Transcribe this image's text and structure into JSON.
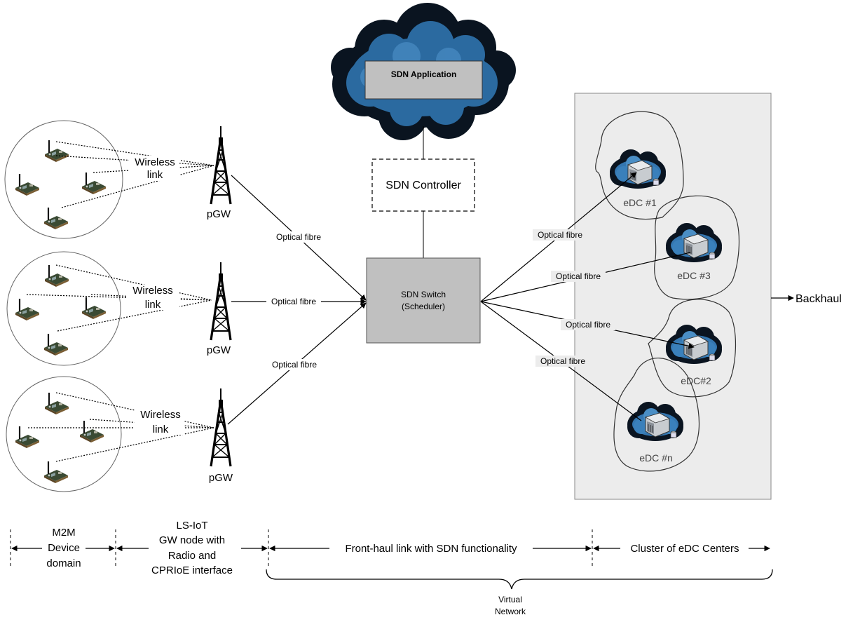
{
  "sdn_application": "SDN Application",
  "sdn_controller": "SDN Controller",
  "sdn_switch": {
    "line1": "SDN Switch",
    "line2": "(Scheduler)"
  },
  "pgw_label": "pGW",
  "wireless_label": {
    "line1": "Wireless",
    "line2": "link"
  },
  "optical_fibre": "Optical fibre",
  "edc_labels": [
    "eDC #1",
    "eDC #3",
    "eDC#2",
    "eDC #n"
  ],
  "backhaul": "Backhaul",
  "domains": {
    "m2m": [
      "M2M",
      "Device",
      "domain"
    ],
    "lsiot": [
      "LS-IoT",
      "GW node with",
      "Radio and",
      "CPRIoE interface"
    ],
    "fronthaul": "Front-haul link with SDN functionality",
    "cluster": "Cluster of eDC Centers",
    "virtual_network": [
      "Virtual",
      "Network"
    ]
  },
  "colors": {
    "switch_fill": "#c0c0c0",
    "cloud_dark": "#0a1420",
    "cloud_blue": "#2d6aa0",
    "cluster_fill": "#ececec"
  },
  "icons": [
    "m2m-device-board-icon",
    "cell-tower-icon",
    "cloud-server-icon"
  ]
}
